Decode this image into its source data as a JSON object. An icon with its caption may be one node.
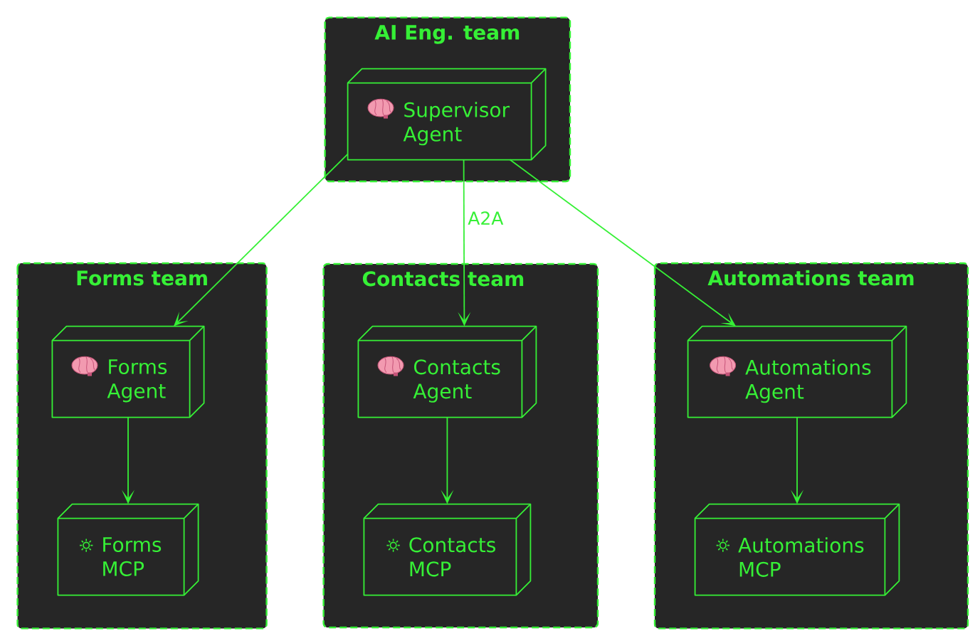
{
  "diagram": {
    "nodes": [
      {
        "text": [
          "AI Eng. team"
        ]
      },
      {
        "text": [
          "Supervisor Agent"
        ],
        "in": 0
      },
      {
        "text": [
          "Forms team"
        ]
      },
      {
        "text": [
          "Forms Agent"
        ],
        "in": 2
      },
      {
        "text": [
          "Forms MCP"
        ],
        "in": 2
      },
      {
        "text": [
          "Contacts team"
        ]
      },
      {
        "text": [
          "Contacts Agent"
        ],
        "in": 5
      },
      {
        "text": [
          "Contacts MCP"
        ],
        "in": 5
      },
      {
        "text": [
          "Automations team"
        ]
      },
      {
        "text": [
          "Automations Agent"
        ],
        "in": 8
      },
      {
        "text": [
          "Automations MCP"
        ],
        "in": 8
      }
    ],
    "edges": [
      {
        "from": 1,
        "to": 3,
        "arrow": "to"
      },
      {
        "from": 1,
        "to": 6,
        "arrow": "to",
        "label": "A2A"
      },
      {
        "from": 1,
        "to": 9,
        "arrow": "to"
      },
      {
        "from": 3,
        "to": 4,
        "arrow": "to"
      },
      {
        "from": 6,
        "to": 7,
        "arrow": "to"
      },
      {
        "from": 9,
        "to": 10,
        "arrow": "to"
      }
    ]
  }
}
